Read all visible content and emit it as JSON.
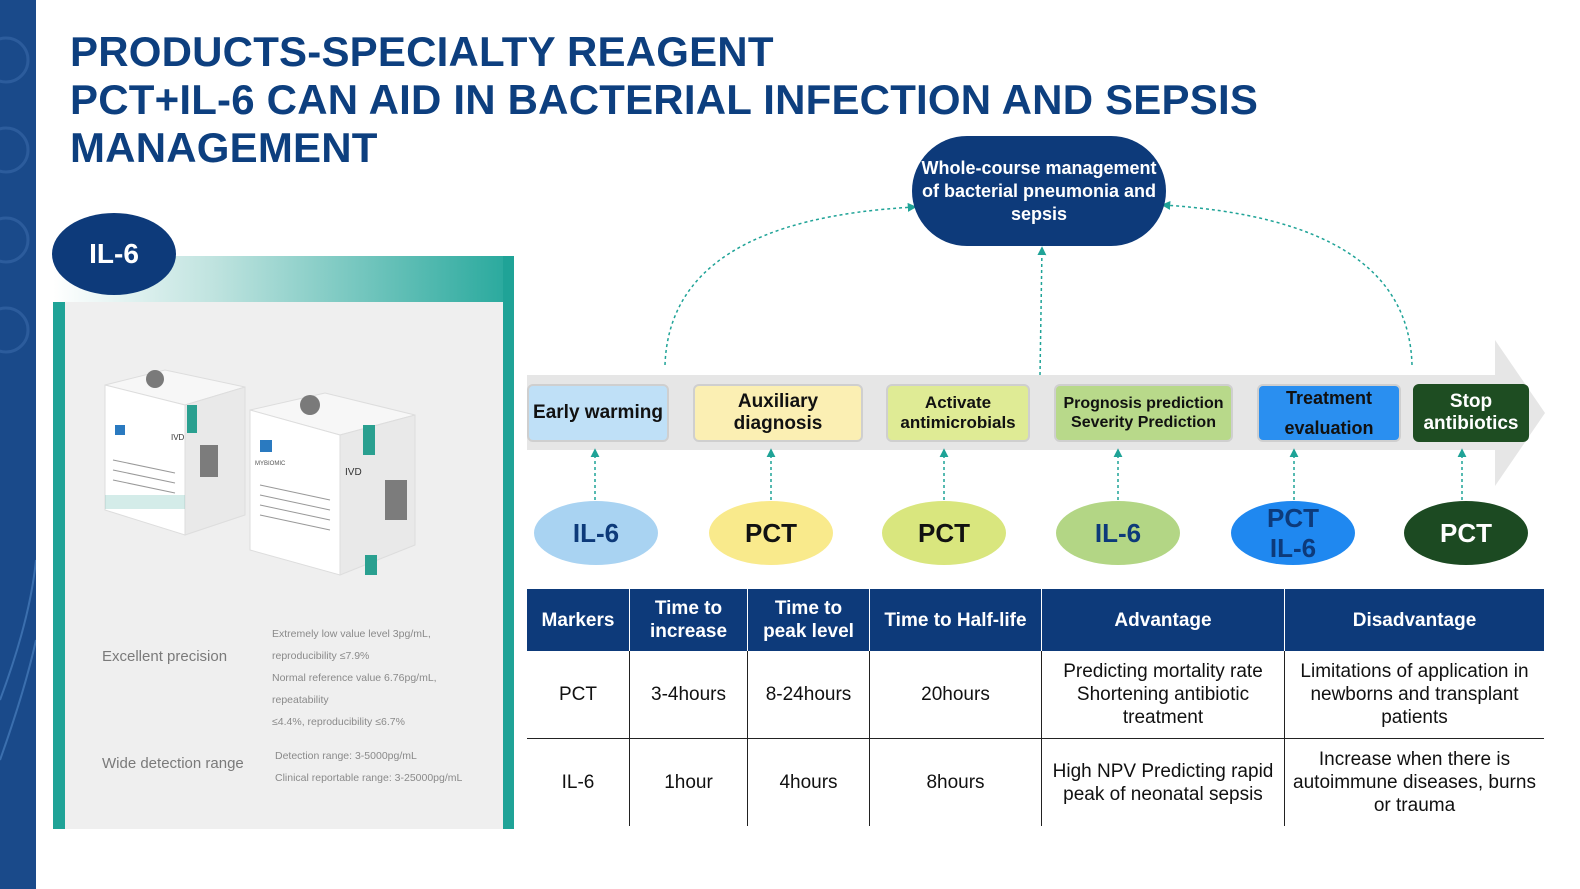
{
  "title": {
    "line1": "PRODUCTS-SPECIALTY REAGENT",
    "line2": "PCT+IL-6 CAN AID IN BACTERIAL INFECTION AND SEPSIS",
    "line3": "MANAGEMENT"
  },
  "product": {
    "badge": "IL-6",
    "features": [
      {
        "label": "Excellent precision",
        "details": [
          "Extremely low value level 3pg/mL, reproducibility ≤7.9%",
          "Normal reference value 6.76pg/mL, repeatability",
          "≤4.4%, reproducibility ≤6.7%"
        ]
      },
      {
        "label": "Wide detection range",
        "details": [
          "Detection range: 3-5000pg/mL",
          "Clinical reportable range: 3-25000pg/mL"
        ]
      }
    ],
    "box_text": [
      "IVD",
      "IVD",
      "MYBIOMIC"
    ]
  },
  "flow": {
    "hub": "Whole-course management of bacterial pneumonia and sepsis",
    "stages": [
      {
        "label": "Early warming",
        "color": "#bfe0f7",
        "text_color": "#111111"
      },
      {
        "label": "Auxiliary diagnosis",
        "color": "#fbefb3",
        "text_color": "#111111"
      },
      {
        "label": "Activate antimicrobials",
        "color": "#dfeb95",
        "text_color": "#111111"
      },
      {
        "label": "Prognosis prediction Severity Prediction",
        "color": "#b8d98a",
        "text_color": "#111111"
      },
      {
        "label": "Treatment evaluation",
        "color": "#2a8ff0",
        "text_color": "#111111"
      },
      {
        "label": "Stop antibiotics",
        "color": "#1e4d22",
        "text_color": "#ffffff"
      }
    ],
    "markers": [
      {
        "label": "IL-6",
        "color": "#a9d3f2",
        "text_color": "#0d3a7a"
      },
      {
        "label": "PCT",
        "color": "#f9ea8c",
        "text_color": "#111111"
      },
      {
        "label": "PCT",
        "color": "#d9e67e",
        "text_color": "#111111"
      },
      {
        "label": "IL-6",
        "color": "#b3d685",
        "text_color": "#0d3a7a"
      },
      {
        "label": "PCT\nIL-6",
        "color": "#1f88f0",
        "text_color": "#0d3a7a"
      },
      {
        "label": "PCT",
        "color": "#1c4a22",
        "text_color": "#ffffff"
      }
    ],
    "accent": "#1fa397"
  },
  "table": {
    "headers": [
      "Markers",
      "Time to increase",
      "Time to peak level",
      "Time to Half-life",
      "Advantage",
      "Disadvantage"
    ],
    "rows": [
      [
        "PCT",
        "3-4hours",
        "8-24hours",
        "20hours",
        "Predicting mortality rate Shortening antibiotic treatment",
        "Limitations of application in newborns and transplant patients"
      ],
      [
        "IL-6",
        "1hour",
        "4hours",
        "8hours",
        "High NPV Predicting rapid peak of neonatal sepsis",
        "Increase when there is autoimmune diseases, burns or trauma"
      ]
    ]
  }
}
